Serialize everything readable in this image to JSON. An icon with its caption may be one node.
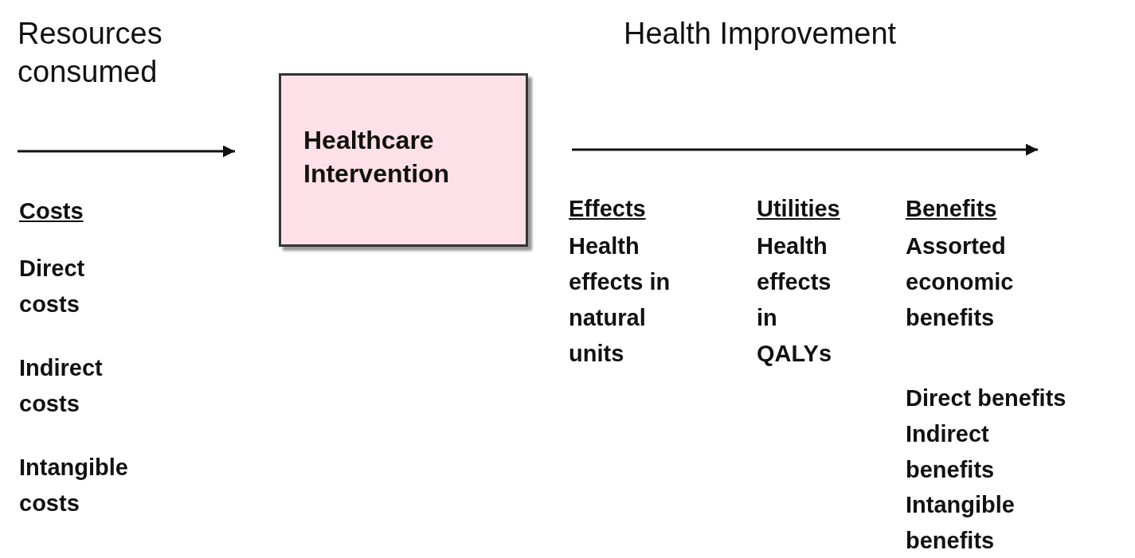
{
  "diagram": {
    "nodes": [
      {
        "text": [
          "Healthcare Intervention"
        ]
      }
    ],
    "labels": [
      "Resources consumed",
      "Health Improvement",
      "Costs",
      "Direct costs",
      "Indirect costs",
      "Intangible costs",
      "Effects",
      "Health effects in natural units",
      "Utilities",
      "Health effects in QALYs",
      "Benefits",
      "Assorted economic benefits",
      "Direct benefits",
      "Indirect benefits",
      "Intangible benefits"
    ]
  }
}
